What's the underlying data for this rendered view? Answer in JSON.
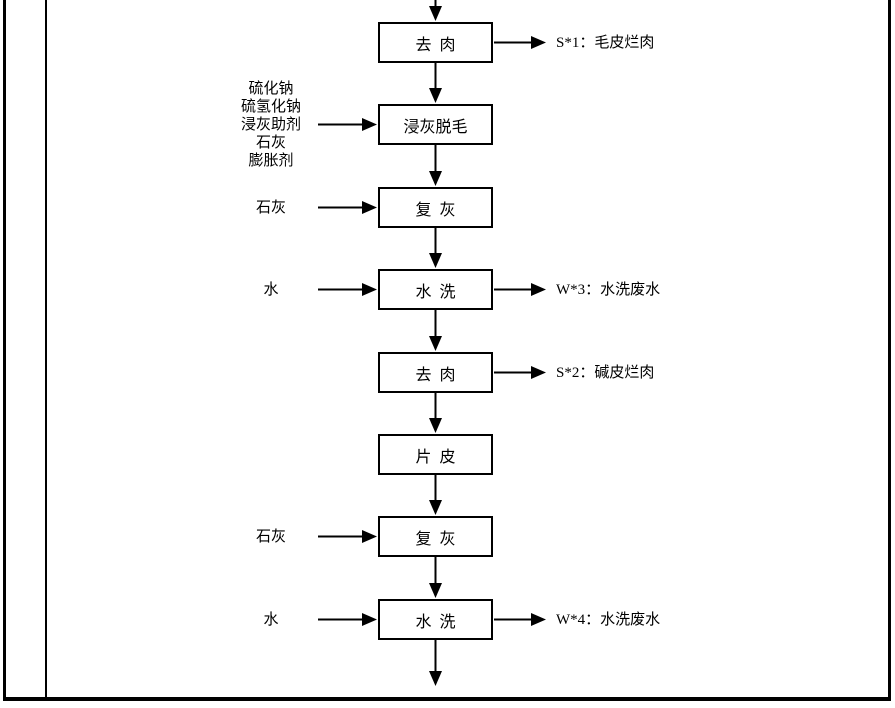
{
  "page": {
    "background_color": "#ffffff",
    "line_color": "#000000"
  },
  "flowchart": {
    "type": "process-flow",
    "direction": "top-to-bottom",
    "entry_arrow_from_top_edge": true,
    "exit_arrow_at_bottom": true,
    "steps": [
      {
        "label": "去  肉",
        "inputs": [],
        "output": "S*1：毛皮烂肉"
      },
      {
        "label": "浸灰脱毛",
        "inputs": [
          "硫化钠",
          "硫氢化钠",
          "浸灰助剂",
          "石灰",
          "膨胀剂"
        ],
        "output": null
      },
      {
        "label": "复  灰",
        "inputs": [
          "石灰"
        ],
        "output": null
      },
      {
        "label": "水  洗",
        "inputs": [
          "水"
        ],
        "output": "W*3：水洗废水"
      },
      {
        "label": "去  肉",
        "inputs": [],
        "output": "S*2：碱皮烂肉"
      },
      {
        "label": "片  皮",
        "inputs": [],
        "output": null
      },
      {
        "label": "复  灰",
        "inputs": [
          "石灰"
        ],
        "output": null
      },
      {
        "label": "水  洗",
        "inputs": [
          "水"
        ],
        "output": "W*4：水洗废水"
      }
    ]
  }
}
